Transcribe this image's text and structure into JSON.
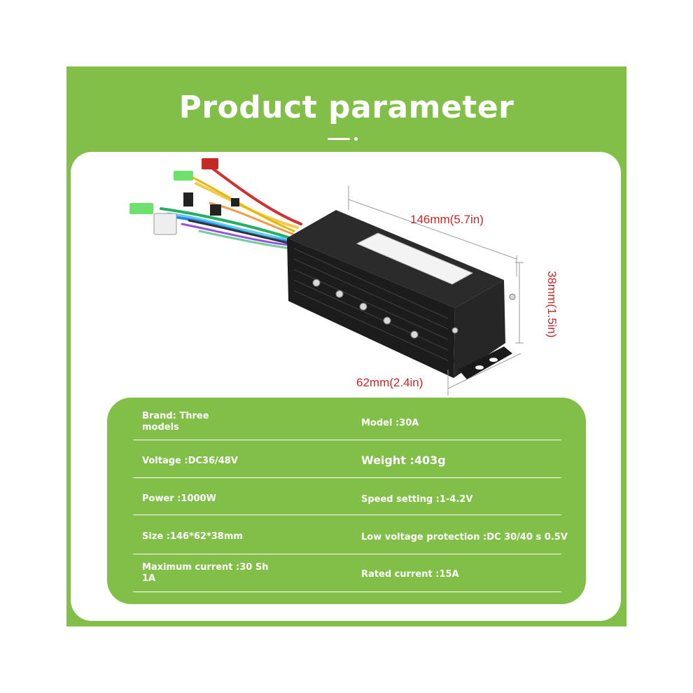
{
  "title": "Product parameter",
  "colors": {
    "accent_green": "#82bf48",
    "dimension_red": "#c62828",
    "panel": "#ffffff"
  },
  "dimensions": {
    "length": "146mm(5.7in)",
    "height": "38mm(1.5in)",
    "width": "62mm(2.4in)"
  },
  "specs": {
    "left": [
      {
        "line1": "Brand: Three",
        "line2": "models"
      },
      {
        "line1": "Voltage :DC36/48V",
        "line2": ""
      },
      {
        "line1": "Power :1000W",
        "line2": ""
      },
      {
        "line1": "Size :146*62*38mm",
        "line2": ""
      },
      {
        "line1": "Maximum current :30 Sh",
        "line2": "1A"
      }
    ],
    "right": [
      "Model :30A",
      "Weight :403g",
      "Speed setting :1-4.2V",
      "Low voltage protection :DC 30/40 s 0.5V",
      "Rated current :15A"
    ]
  },
  "product_icon": "motor-controller-box-icon"
}
